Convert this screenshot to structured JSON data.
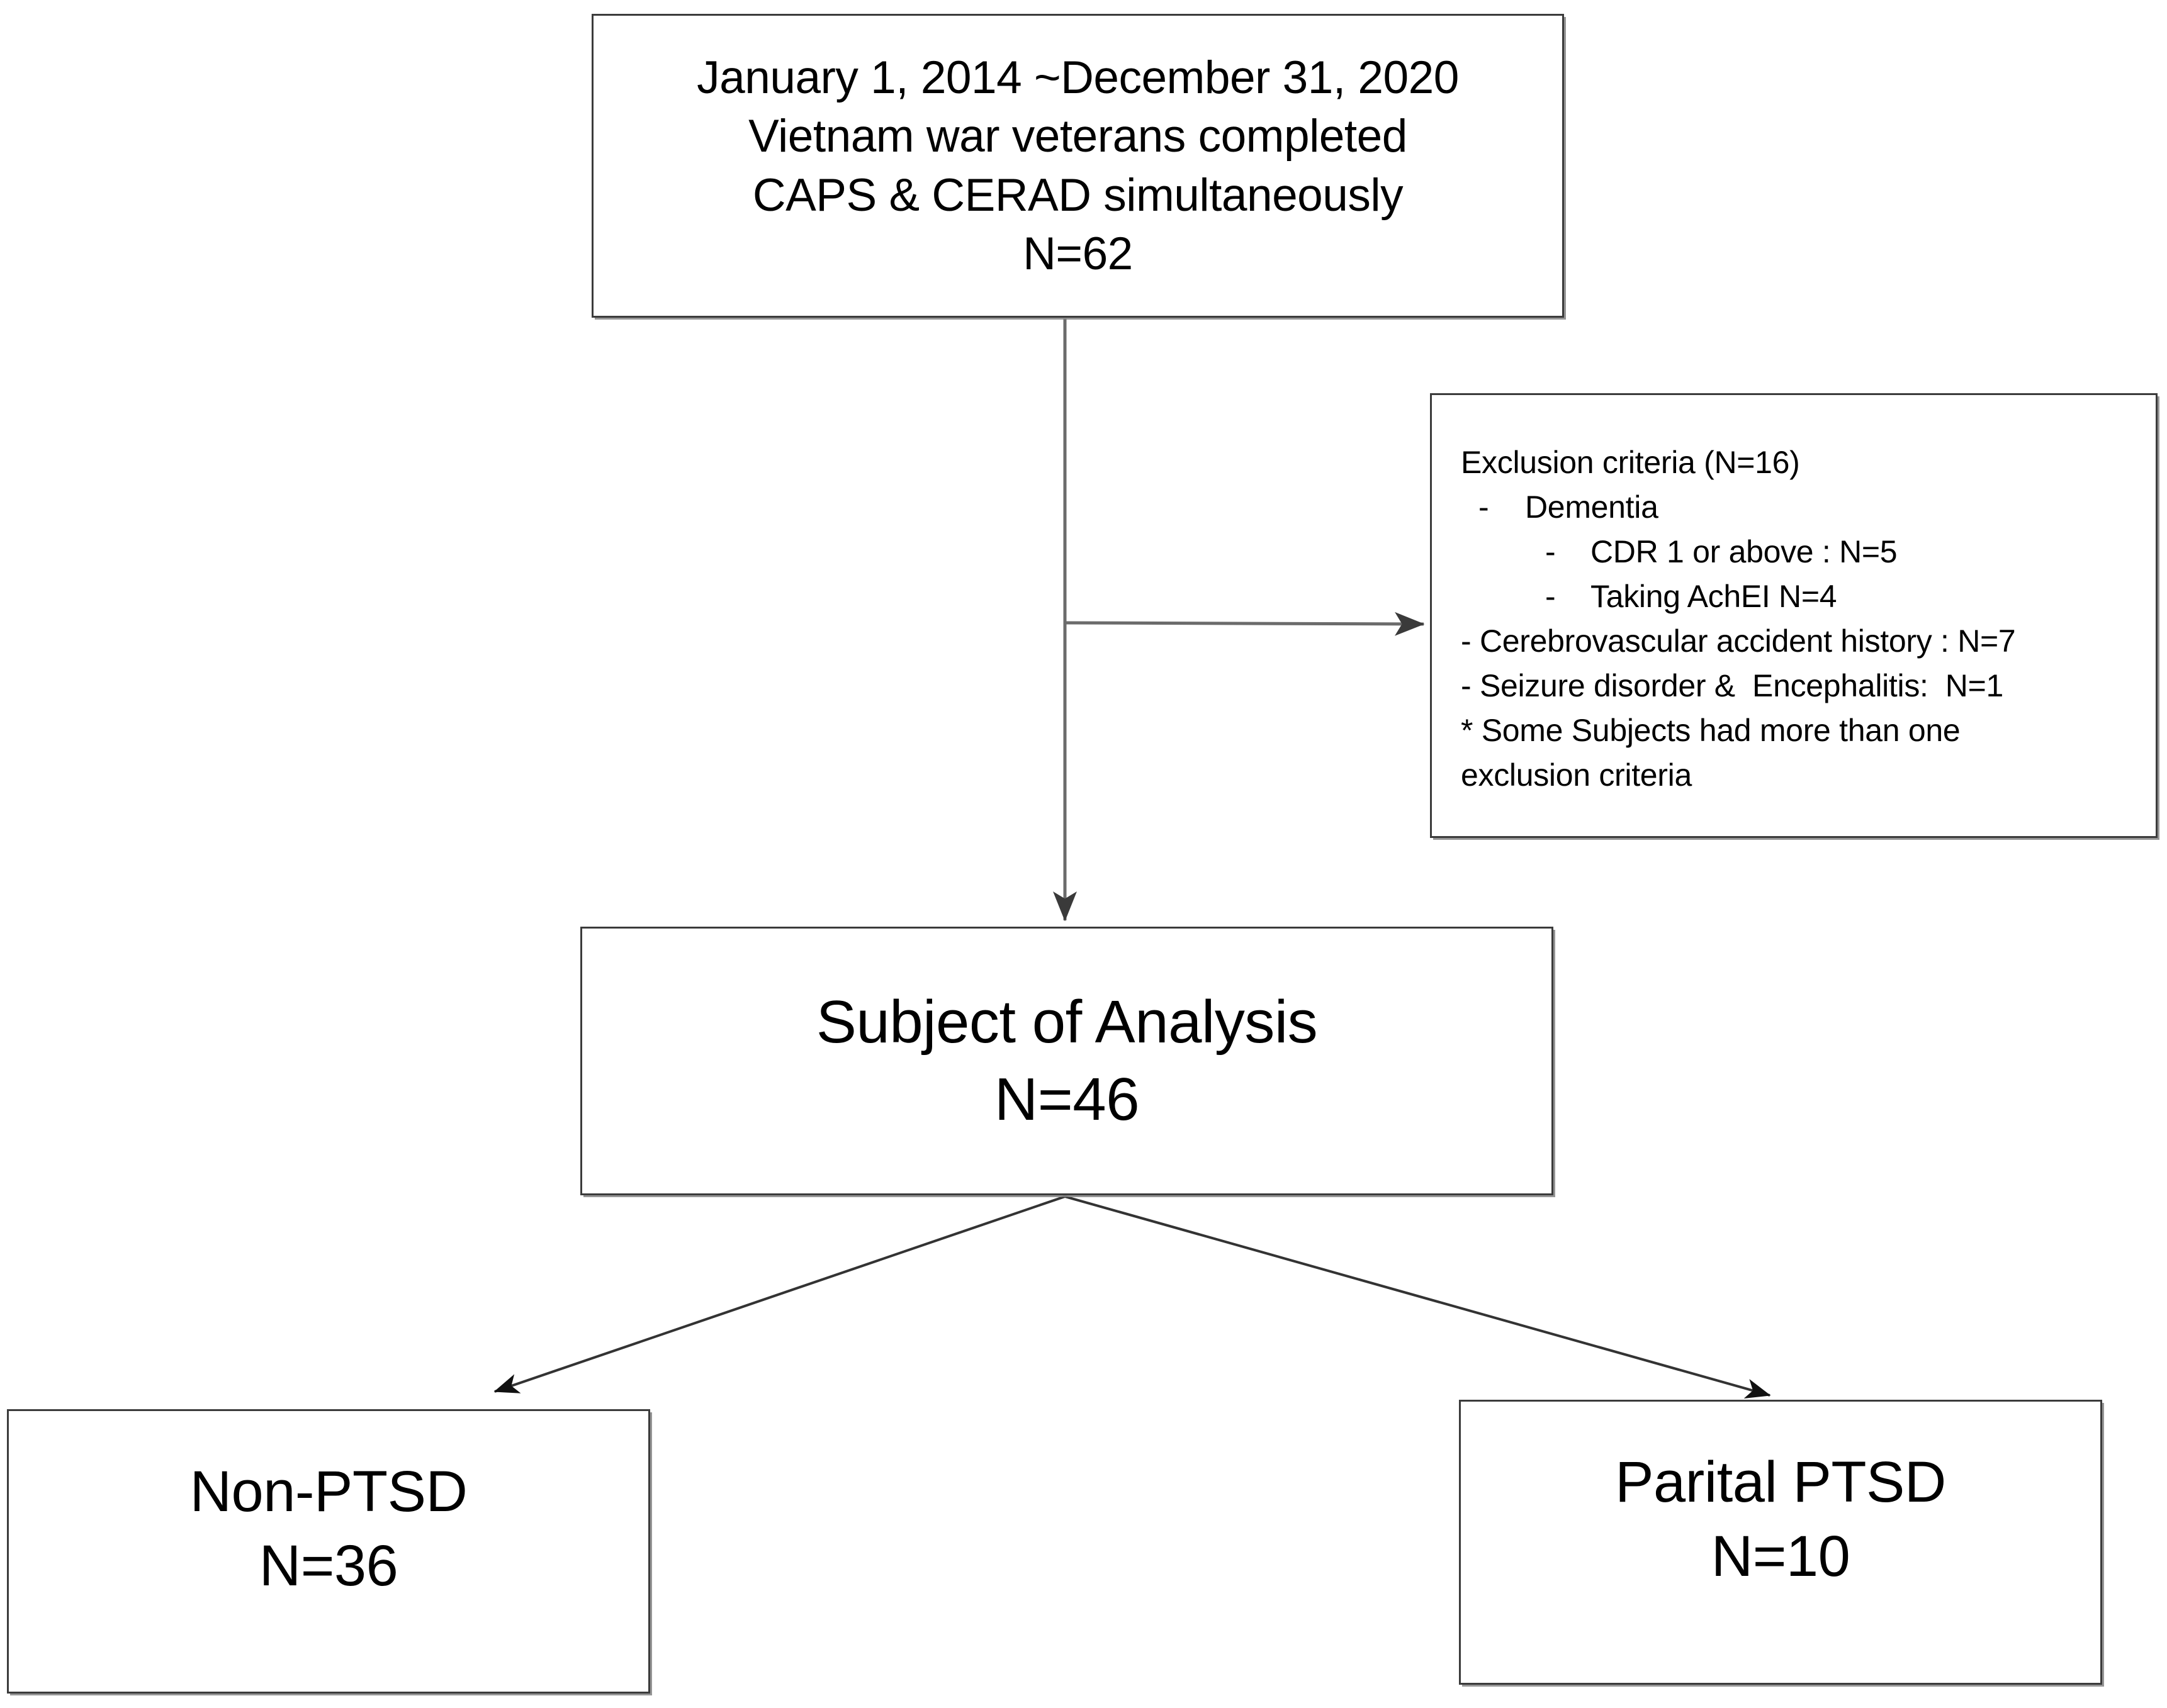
{
  "diagram": {
    "title": "Study participant flow diagram",
    "nodes": {
      "cohort": {
        "lines": [
          "January 1, 2014 ~December 31, 2020",
          "Vietnam war veterans completed",
          "CAPS & CERAD simultaneously",
          "N=62"
        ]
      },
      "exclusion": {
        "heading": "Exclusion criteria (N=16)",
        "items": [
          {
            "dash": "-",
            "text": "Dementia",
            "level": 1
          },
          {
            "dash": "-",
            "text": "CDR 1 or above : N=5",
            "level": 2
          },
          {
            "dash": "-",
            "text": "Taking AchEI N=4",
            "level": 2
          },
          {
            "dash": "",
            "text": "- Cerebrovascular accident history : N=7",
            "level": 0
          },
          {
            "dash": "",
            "text": "- Seizure disorder &  Encephalitis:  N=1",
            "level": 0
          },
          {
            "dash": "",
            "text": "* Some Subjects had more than one",
            "level": 0
          },
          {
            "dash": "",
            "text": "exclusion criteria",
            "level": 0
          }
        ]
      },
      "subject": {
        "lines": [
          "Subject of Analysis",
          "N=46"
        ]
      },
      "nonptsd": {
        "lines": [
          "Non-PTSD",
          "N=36"
        ]
      },
      "partialptsd": {
        "lines": [
          "Parital PTSD",
          "N=10"
        ]
      }
    },
    "colors": {
      "border": "#3b3b3b",
      "shadow": "#828282",
      "connector": "#595959",
      "background": "#ffffff",
      "text": "#000000"
    },
    "connectors": [
      {
        "name": "cohort-to-subject",
        "type": "arrow-down"
      },
      {
        "name": "cohort-to-exclusion",
        "type": "arrow-right"
      },
      {
        "name": "subject-to-nonptsd",
        "type": "arrow-diagonal-left"
      },
      {
        "name": "subject-to-partialptsd",
        "type": "arrow-diagonal-right"
      }
    ]
  }
}
